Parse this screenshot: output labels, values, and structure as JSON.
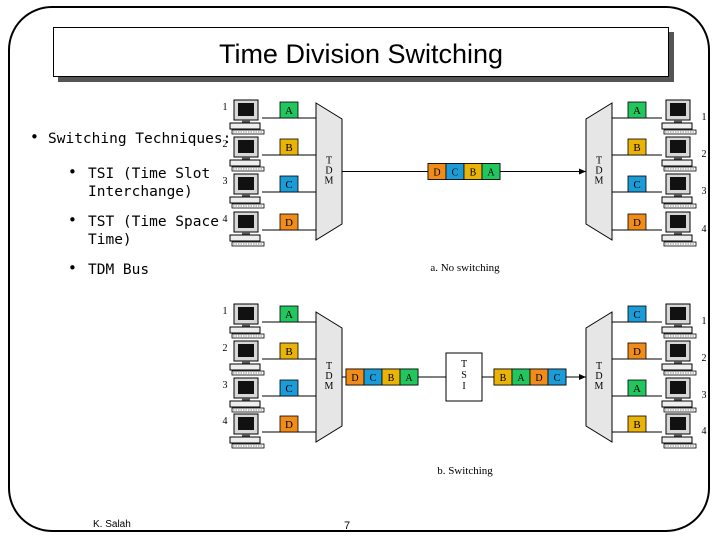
{
  "slide": {
    "title": "Time Division Switching",
    "bullets": [
      {
        "text": "Switching Techniques:",
        "lines": [
          "Switching Techniques:"
        ]
      },
      {
        "text": "TSI (Time Slot Interchange)",
        "lines": [
          "TSI (Time Slot",
          "Interchange)"
        ]
      },
      {
        "text": "TST (Time Space Time)",
        "lines": [
          "TST (Time Space",
          "Time)"
        ]
      },
      {
        "text": "TDM Bus",
        "lines": [
          "TDM Bus"
        ]
      }
    ],
    "footer_author": "K. Salah",
    "page_number": "7"
  },
  "diagram": {
    "mux_label": [
      "T",
      "D",
      "M"
    ],
    "tsi_label": [
      "T",
      "S",
      "I"
    ],
    "colors": {
      "A": "#22c55e",
      "B": "#eab308",
      "C": "#1d9bd6",
      "D": "#f08c1a",
      "box_bg": "#fff"
    },
    "top": {
      "caption": "a. No switching",
      "input_numbers": [
        "1",
        "2",
        "3",
        "4"
      ],
      "input_slots": [
        "A",
        "B",
        "C",
        "D"
      ],
      "frame": [
        "D",
        "C",
        "B",
        "A"
      ],
      "output_slots": [
        "A",
        "B",
        "C",
        "D"
      ],
      "output_numbers": [
        "1",
        "2",
        "3",
        "4"
      ]
    },
    "bottom": {
      "caption": "b. Switching",
      "input_numbers": [
        "1",
        "2",
        "3",
        "4"
      ],
      "input_slots": [
        "A",
        "B",
        "C",
        "D"
      ],
      "frame_in": [
        "D",
        "C",
        "B",
        "A"
      ],
      "frame_out": [
        "B",
        "A",
        "D",
        "C"
      ],
      "output_slots": [
        "C",
        "D",
        "A",
        "B"
      ],
      "output_numbers": [
        "1",
        "2",
        "3",
        "4"
      ]
    }
  }
}
